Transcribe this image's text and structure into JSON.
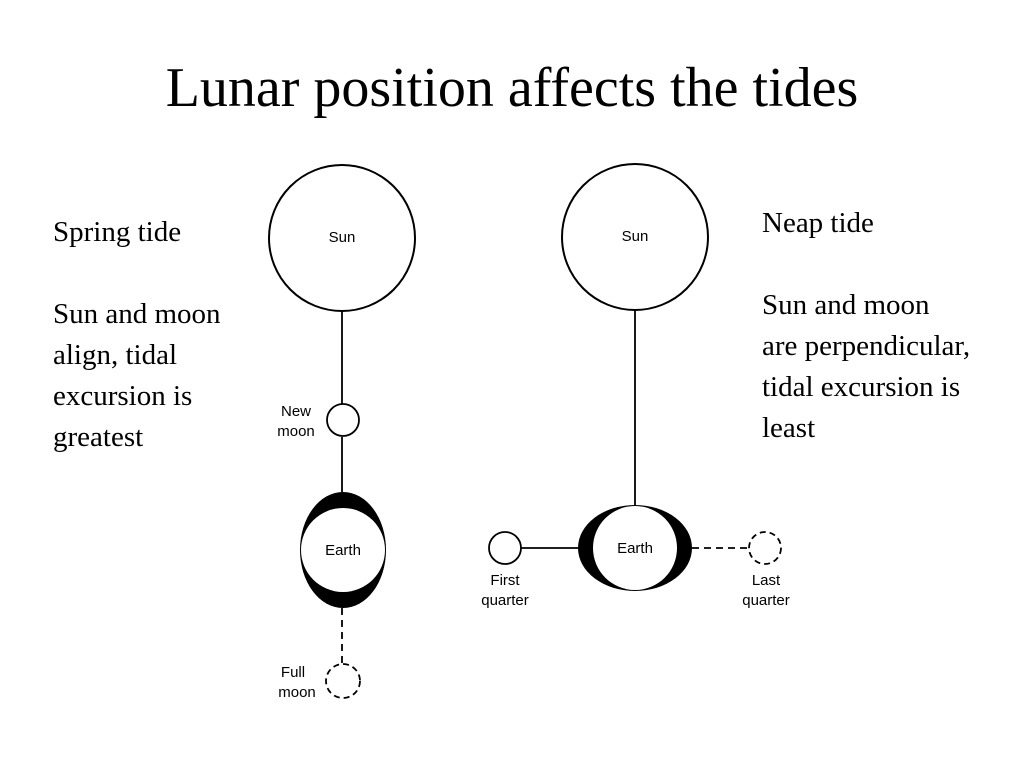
{
  "slide": {
    "title": "Lunar position affects the tides"
  },
  "spring": {
    "heading": "Spring tide",
    "description": [
      "Sun and moon",
      "align, tidal",
      "excursion is",
      "greatest"
    ]
  },
  "neap": {
    "heading": "Neap tide",
    "description": [
      "Sun and moon",
      "are perpendicular,",
      "tidal excursion is",
      "least"
    ]
  },
  "diagram": {
    "spring": {
      "sun": "Sun",
      "earth": "Earth",
      "new_moon": [
        "New",
        "moon"
      ],
      "full_moon": [
        "Full",
        "moon"
      ]
    },
    "neap": {
      "sun": "Sun",
      "earth": "Earth",
      "first_quarter": [
        "First",
        "quarter"
      ],
      "last_quarter": [
        "Last",
        "quarter"
      ]
    }
  }
}
